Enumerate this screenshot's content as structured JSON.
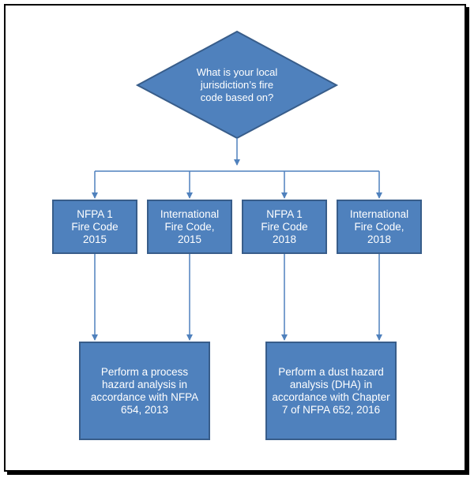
{
  "colors": {
    "node_fill": "#4f81bd",
    "node_border": "#385d8a",
    "connector": "#4f81bd",
    "text": "#ffffff"
  },
  "decision": {
    "text": "What is your local\njurisdiction’s fire\ncode based on?"
  },
  "codes": [
    {
      "text": "NFPA 1\nFire Code\n2015"
    },
    {
      "text": "International\nFire Code,\n2015"
    },
    {
      "text": "NFPA 1\nFire Code\n2018"
    },
    {
      "text": "International\nFire Code,\n2018"
    }
  ],
  "outcomes": [
    {
      "text": "Perform a process\nhazard analysis in\naccordance with NFPA\n654, 2013"
    },
    {
      "text": "Perform a dust hazard\nanalysis (DHA) in\naccordance with Chapter\n7 of NFPA 652, 2016"
    }
  ]
}
